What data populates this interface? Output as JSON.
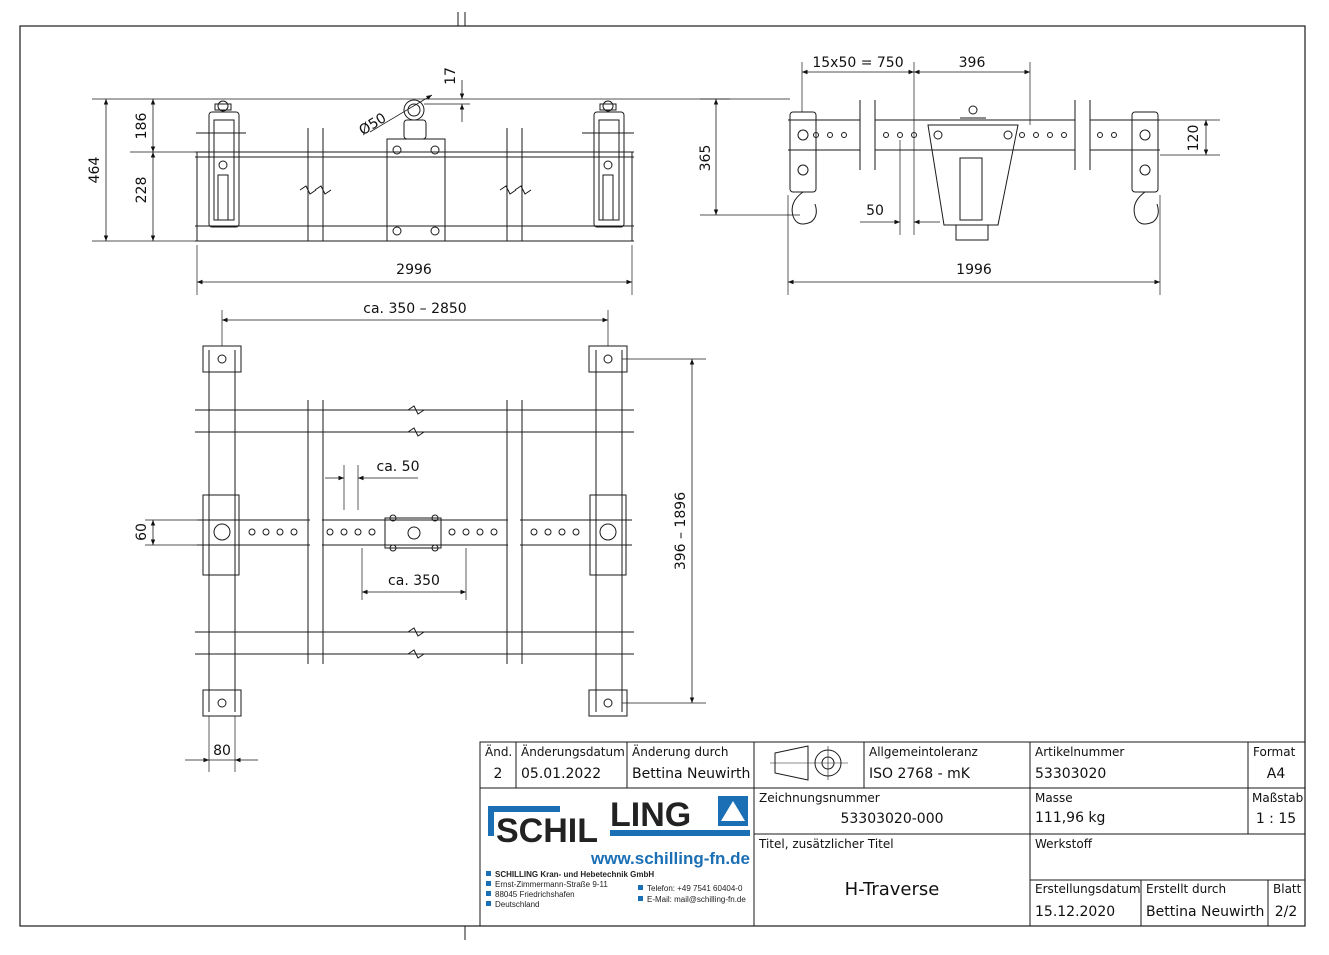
{
  "dimensions": {
    "top_left": {
      "d17": "17",
      "d50": "Ø50",
      "d186": "186",
      "d464": "464",
      "d228": "228",
      "d2996": "2996"
    },
    "top_right": {
      "d750": "15x50 = 750",
      "d396": "396",
      "d365": "365",
      "d120": "120",
      "d50": "50",
      "d1996": "1996"
    },
    "bottom": {
      "d350_2850": "ca. 350 – 2850",
      "d396_1896": "396 – 1896",
      "dca50": "ca. 50",
      "dca350": "ca. 350",
      "d60": "60",
      "d80": "80"
    }
  },
  "title_block": {
    "labels": {
      "aend": "Änd.",
      "aenderungsdatum": "Änderungsdatum",
      "aenderung_durch": "Änderung durch",
      "allgemeintoleranz": "Allgemeintoleranz",
      "artikelnummer": "Artikelnummer",
      "format": "Format",
      "zeichnungsnummer": "Zeichnungsnummer",
      "masse": "Masse",
      "massstab": "Maßstab",
      "titel": "Titel, zusätzlicher Titel",
      "werkstoff": "Werkstoff",
      "erstellungsdatum": "Erstellungsdatum",
      "erstellt_durch": "Erstellt durch",
      "blatt": "Blatt"
    },
    "values": {
      "aend": "2",
      "aenderungsdatum": "05.01.2022",
      "aenderung_durch": "Bettina Neuwirth",
      "allgemeintoleranz": "ISO 2768 - mK",
      "artikelnummer": "53303020",
      "format": "A4",
      "zeichnungsnummer": "53303020-000",
      "masse": "111,96 kg",
      "massstab": "1 : 15",
      "titel": "H-Traverse",
      "werkstoff": "",
      "erstellungsdatum": "15.12.2020",
      "erstellt_durch": "Bettina Neuwirth",
      "blatt": "2/2"
    },
    "company": {
      "logo_left": "SCHIL",
      "logo_right": "LING",
      "url": "www.schilling-fn.de",
      "name": "SCHILLING Kran- und Hebetechnik GmbH",
      "street": "Ernst-Zimmermann-Straße 9-11",
      "city": "88045 Friedrichshafen",
      "country": "Deutschland",
      "phone": "Telefon: +49 7541 60404-0",
      "email": "E-Mail: mail@schilling-fn.de"
    }
  },
  "colors": {
    "line": "#1a1a1a",
    "brand_blue": "#1b6fb5",
    "brand_dark": "#222222"
  }
}
